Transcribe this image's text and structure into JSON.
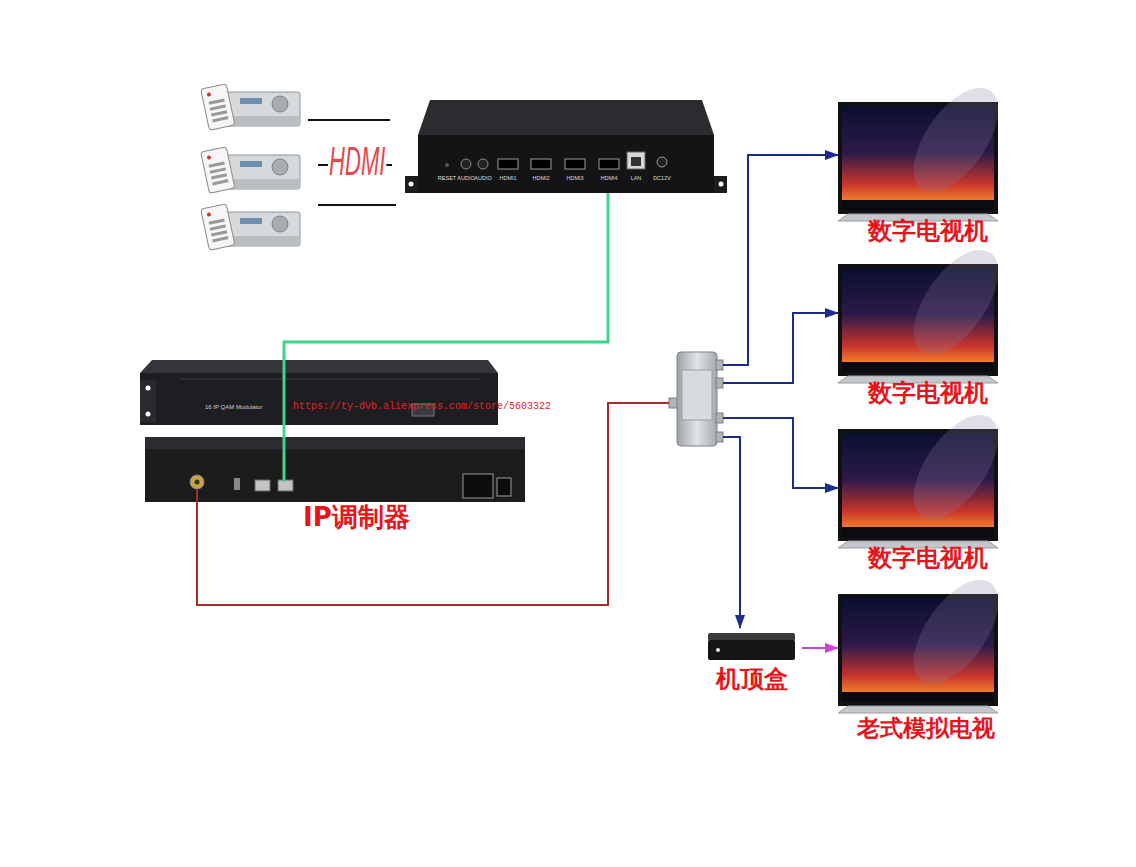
{
  "diagram": {
    "nodes": [
      {
        "text": [
          "RESET",
          "AUDIO",
          "AUDIO",
          "HDMI1",
          "HDMI2",
          "HDMI3",
          "HDMI4",
          "LAN",
          "DC12V"
        ]
      },
      {
        "text": [
          "16 IP QAM Modulator",
          "IP调制器"
        ]
      },
      {
        "text": [
          "数字电视机"
        ]
      },
      {
        "text": [
          "数字电视机"
        ]
      },
      {
        "text": [
          "数字电视机"
        ]
      },
      {
        "text": [
          "机顶盒"
        ]
      },
      {
        "text": [
          "老式模拟电视"
        ]
      }
    ],
    "edges": [
      {
        "from": 0,
        "to": 1,
        "arrow": "none"
      },
      {
        "from": 1,
        "to": 2,
        "arrow": "to"
      },
      {
        "from": 1,
        "to": 3,
        "arrow": "to"
      },
      {
        "from": 1,
        "to": 4,
        "arrow": "to"
      },
      {
        "from": 1,
        "to": 5,
        "arrow": "to"
      },
      {
        "from": 5,
        "to": 6,
        "arrow": "to"
      }
    ],
    "labels": [
      "HDMI",
      "https://ty-dvb.aliexpress.com/store/5603322"
    ]
  }
}
